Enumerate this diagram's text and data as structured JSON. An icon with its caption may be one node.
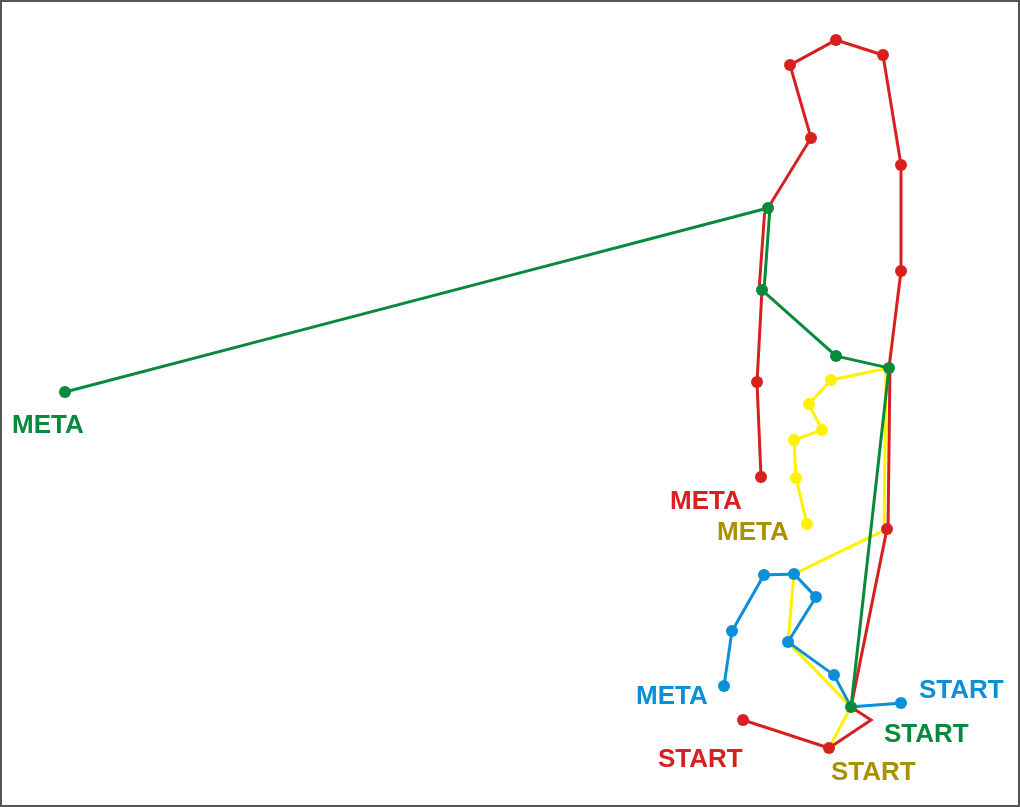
{
  "diagram": {
    "nodes": [
      {
        "text": [],
        "shape": "circle"
      },
      {
        "text": [],
        "shape": "circle"
      },
      {
        "text": [],
        "shape": "circle"
      },
      {
        "text": [],
        "shape": "circle"
      },
      {
        "text": [],
        "shape": "circle"
      },
      {
        "text": [],
        "shape": "circle"
      },
      {
        "text": [],
        "shape": "circle"
      },
      {
        "text": [],
        "shape": "circle"
      },
      {
        "text": [],
        "shape": "circle"
      },
      {
        "text": [],
        "shape": "circle"
      },
      {
        "text": [],
        "shape": "circle"
      },
      {
        "text": [],
        "shape": "circle"
      },
      {
        "text": [],
        "shape": "circle",
        "beside": [
          "META"
        ]
      },
      {
        "text": [],
        "shape": "circle"
      },
      {
        "text": [],
        "shape": "circle"
      },
      {
        "text": [],
        "shape": "circle"
      },
      {
        "text": [],
        "shape": "circle",
        "beside": [
          "META"
        ]
      },
      {
        "text": [],
        "shape": "circle"
      },
      {
        "text": [],
        "shape": "circle",
        "beside": [
          "META"
        ]
      },
      {
        "text": [],
        "shape": "circle"
      },
      {
        "text": [],
        "shape": "circle"
      },
      {
        "text": [],
        "shape": "circle"
      },
      {
        "text": [],
        "shape": "circle"
      },
      {
        "text": [],
        "shape": "circle"
      },
      {
        "text": [],
        "shape": "circle"
      },
      {
        "text": [],
        "shape": "circle"
      },
      {
        "text": [],
        "shape": "circle",
        "beside": [
          "META"
        ]
      },
      {
        "text": [],
        "shape": "circle",
        "beside": [
          "START"
        ]
      },
      {
        "text": [],
        "shape": "circle",
        "beside": [
          "START"
        ]
      },
      {
        "text": [],
        "shape": "circle",
        "beside": [
          "START"
        ]
      },
      {
        "text": [],
        "shape": "circle",
        "beside": [
          "START"
        ]
      }
    ],
    "edges": [
      {
        "from": 29,
        "to": 30,
        "arrow": "none"
      },
      {
        "from": 30,
        "to": 28,
        "arrow": "none"
      },
      {
        "from": 28,
        "to": 19,
        "arrow": "none"
      },
      {
        "from": 19,
        "to": 9,
        "arrow": "none"
      },
      {
        "from": 9,
        "to": 6,
        "arrow": "none"
      },
      {
        "from": 6,
        "to": 4,
        "arrow": "none"
      },
      {
        "from": 4,
        "to": 2,
        "arrow": "none"
      },
      {
        "from": 2,
        "to": 0,
        "arrow": "none"
      },
      {
        "from": 0,
        "to": 1,
        "arrow": "none"
      },
      {
        "from": 1,
        "to": 3,
        "arrow": "none"
      },
      {
        "from": 3,
        "to": 5,
        "arrow": "none"
      },
      {
        "from": 5,
        "to": 7,
        "arrow": "none"
      },
      {
        "from": 7,
        "to": 11,
        "arrow": "none"
      },
      {
        "from": 11,
        "to": 16,
        "arrow": "none"
      },
      {
        "from": 30,
        "to": 28,
        "arrow": "none",
        "color": "#fff200"
      },
      {
        "from": 28,
        "to": 24,
        "arrow": "none",
        "color": "#fff200"
      },
      {
        "from": 24,
        "to": 21,
        "arrow": "none",
        "color": "#fff200"
      },
      {
        "from": 21,
        "to": 19,
        "arrow": "none",
        "color": "#fff200"
      },
      {
        "from": 19,
        "to": 9,
        "arrow": "none",
        "color": "#fff200"
      },
      {
        "from": 9,
        "to": 10,
        "arrow": "none",
        "color": "#fff200"
      },
      {
        "from": 10,
        "to": 13,
        "arrow": "none",
        "color": "#fff200"
      },
      {
        "from": 13,
        "to": 14,
        "arrow": "none",
        "color": "#fff200"
      },
      {
        "from": 14,
        "to": 15,
        "arrow": "none",
        "color": "#fff200"
      },
      {
        "from": 15,
        "to": 17,
        "arrow": "none",
        "color": "#fff200"
      },
      {
        "from": 17,
        "to": 18,
        "arrow": "none",
        "color": "#fff200"
      },
      {
        "from": 27,
        "to": 28,
        "arrow": "none",
        "color": "#0a8fd8"
      },
      {
        "from": 28,
        "to": 25,
        "arrow": "none",
        "color": "#0a8fd8"
      },
      {
        "from": 25,
        "to": 24,
        "arrow": "none",
        "color": "#0a8fd8"
      },
      {
        "from": 24,
        "to": 22,
        "arrow": "none",
        "color": "#0a8fd8"
      },
      {
        "from": 22,
        "to": 21,
        "arrow": "none",
        "color": "#0a8fd8"
      },
      {
        "from": 21,
        "to": 20,
        "arrow": "none",
        "color": "#0a8fd8"
      },
      {
        "from": 20,
        "to": 23,
        "arrow": "none",
        "color": "#0a8fd8"
      },
      {
        "from": 23,
        "to": 26,
        "arrow": "none",
        "color": "#0a8fd8"
      },
      {
        "from": 28,
        "to": 9,
        "arrow": "none",
        "color": "#078a3c"
      },
      {
        "from": 9,
        "to": 8,
        "arrow": "none",
        "color": "#078a3c"
      },
      {
        "from": 8,
        "to": 7,
        "arrow": "none",
        "color": "#078a3c"
      },
      {
        "from": 7,
        "to": 5,
        "arrow": "none",
        "color": "#078a3c"
      },
      {
        "from": 5,
        "to": 12,
        "arrow": "none",
        "color": "#078a3c"
      }
    ]
  }
}
